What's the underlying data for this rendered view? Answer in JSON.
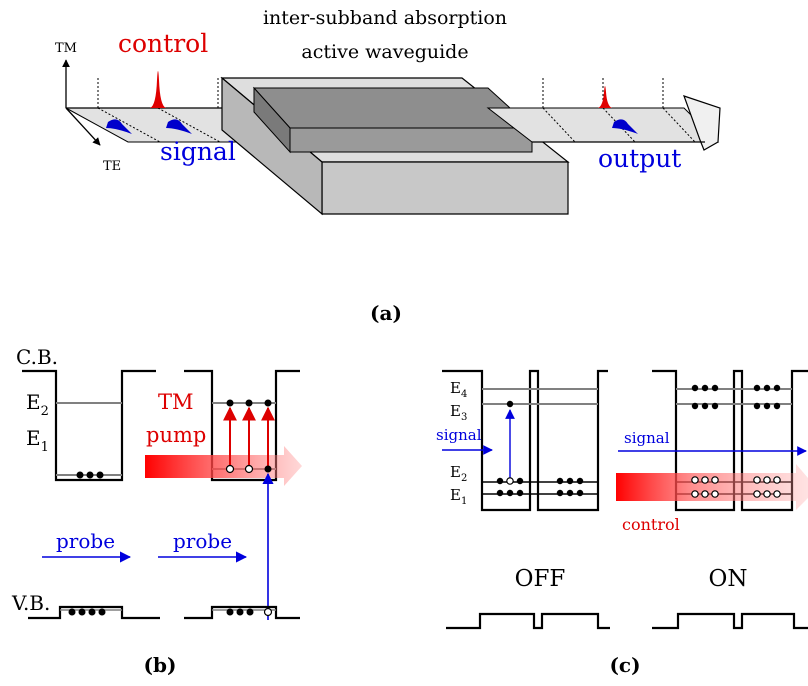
{
  "panel_a": {
    "title_line1": "inter-subband absorption",
    "title_line2": "active waveguide",
    "tm_label": "TM",
    "te_label": "TE",
    "control_label": "control",
    "signal_label": "signal",
    "output_label": "output",
    "caption": "(a)"
  },
  "panel_b": {
    "cb_label": "C.B.",
    "vb_label": "V.B.",
    "e2_label": "E",
    "e2_sub": "2",
    "e1_label": "E",
    "e1_sub": "1",
    "pump_line1": "TM",
    "pump_line2": "pump",
    "probe_left": "probe",
    "probe_right": "probe",
    "caption": "(b)"
  },
  "panel_c": {
    "e4": "E",
    "e4_sub": "4",
    "e3": "E",
    "e3_sub": "3",
    "e2": "E",
    "e2_sub": "2",
    "e1": "E",
    "e1_sub": "1",
    "signal_left": "signal",
    "signal_right": "signal",
    "control_label": "control",
    "off_label": "OFF",
    "on_label": "ON",
    "caption": "(c)"
  },
  "colors": {
    "red": "#dd0000",
    "blue": "#0000dd",
    "gray_level": "#808080"
  }
}
